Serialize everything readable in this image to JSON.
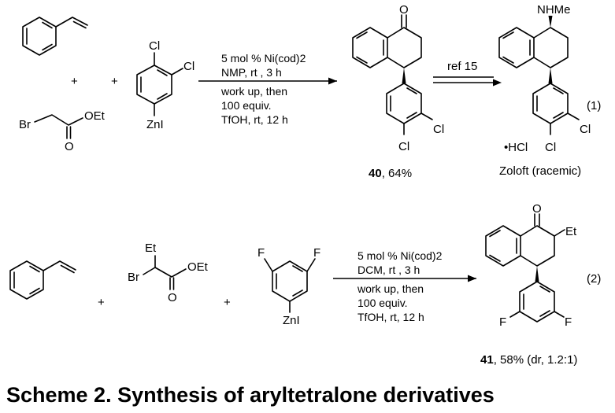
{
  "reaction1": {
    "plus_left": "+",
    "plus_right": "+",
    "ester_br": "Br",
    "ester_oet": "OEt",
    "ester_o": "O",
    "zinc_cl_top": "Cl",
    "zinc_cl_right": "Cl",
    "zinc_zni": "ZnI",
    "conditions": [
      "5 mol % Ni(cod)2",
      "NMP,  rt , 3 h",
      "work up, then",
      "100 equiv.",
      "TfOH, rt, 12 h"
    ],
    "product_o": "O",
    "product_cl_right": "Cl",
    "product_cl_bottom": "Cl",
    "product_number": "40",
    "product_yield": ", 64%",
    "ref_label": "ref 15",
    "zoloft_nhme": "NHMe",
    "zoloft_cl_right": "Cl",
    "zoloft_cl_bottom": "Cl",
    "zoloft_hcl": "•HCl",
    "zoloft_name": "Zoloft (racemic)",
    "equation_number": "(1)"
  },
  "reaction2": {
    "plus_left": "+",
    "plus_right": "+",
    "ester_br": "Br",
    "ester_et": "Et",
    "ester_oet": "OEt",
    "ester_o": "O",
    "zinc_f_left": "F",
    "zinc_f_right": "F",
    "zinc_zni": "ZnI",
    "conditions": [
      "5 mol % Ni(cod)2",
      "DCM, rt , 3 h",
      "work up, then",
      "100 equiv.",
      "TfOH, rt, 12 h"
    ],
    "product_o": "O",
    "product_et": "Et",
    "product_f_left": "F",
    "product_f_right": "F",
    "product_number": "41",
    "product_yield": ", 58% (dr, 1.2:1)",
    "equation_number": "(2)"
  },
  "caption": "Scheme 2. Synthesis of aryltetralone derivatives"
}
